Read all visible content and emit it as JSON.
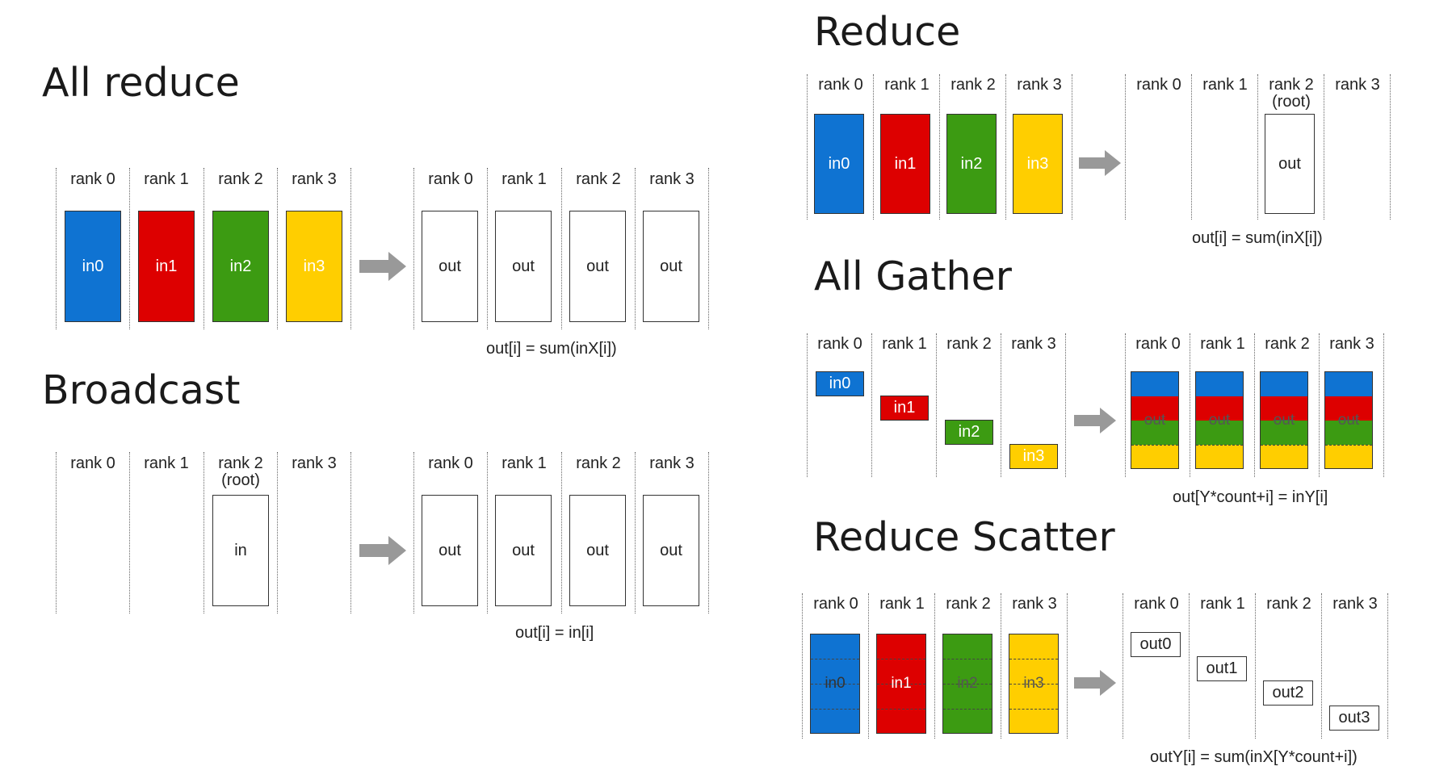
{
  "colors": {
    "blue": "#0f73d2",
    "red": "#dd0000",
    "green": "#3c9b12",
    "yellow": "#ffce00",
    "arrow": "#999999"
  },
  "arrow_icon": "right-arrow-icon",
  "all_reduce": {
    "title": "All reduce",
    "input": {
      "ranks": [
        "rank 0",
        "rank 1",
        "rank 2",
        "rank 3"
      ],
      "buffers": [
        {
          "label": "in0",
          "color": "blue"
        },
        {
          "label": "in1",
          "color": "red"
        },
        {
          "label": "in2",
          "color": "green"
        },
        {
          "label": "in3",
          "color": "yellow"
        }
      ]
    },
    "output": {
      "ranks": [
        "rank 0",
        "rank 1",
        "rank 2",
        "rank 3"
      ],
      "buffers": [
        "out",
        "out",
        "out",
        "out"
      ]
    },
    "formula": "out[i] = sum(inX[i])"
  },
  "broadcast": {
    "title": "Broadcast",
    "input": {
      "ranks": [
        "rank 0",
        "rank 1",
        "rank 2",
        "rank 3"
      ],
      "root_note": "(root)",
      "buffer": "in"
    },
    "output": {
      "ranks": [
        "rank 0",
        "rank 1",
        "rank 2",
        "rank 3"
      ],
      "buffers": [
        "out",
        "out",
        "out",
        "out"
      ]
    },
    "formula": "out[i] = in[i]"
  },
  "reduce": {
    "title": "Reduce",
    "input": {
      "ranks": [
        "rank 0",
        "rank 1",
        "rank 2",
        "rank 3"
      ],
      "buffers": [
        {
          "label": "in0",
          "color": "blue"
        },
        {
          "label": "in1",
          "color": "red"
        },
        {
          "label": "in2",
          "color": "green"
        },
        {
          "label": "in3",
          "color": "yellow"
        }
      ]
    },
    "output": {
      "ranks": [
        "rank 0",
        "rank 1",
        "rank 2",
        "rank 3"
      ],
      "root_note": "(root)",
      "buffer": "out"
    },
    "formula": "out[i] = sum(inX[i])"
  },
  "all_gather": {
    "title": "All Gather",
    "input": {
      "ranks": [
        "rank 0",
        "rank 1",
        "rank 2",
        "rank 3"
      ],
      "buffers": [
        {
          "label": "in0",
          "color": "blue"
        },
        {
          "label": "in1",
          "color": "red"
        },
        {
          "label": "in2",
          "color": "green"
        },
        {
          "label": "in3",
          "color": "yellow"
        }
      ]
    },
    "output": {
      "ranks": [
        "rank 0",
        "rank 1",
        "rank 2",
        "rank 3"
      ],
      "buffers": [
        "out",
        "out",
        "out",
        "out"
      ]
    },
    "formula": "out[Y*count+i] = inY[i]"
  },
  "reduce_scatter": {
    "title": "Reduce Scatter",
    "input": {
      "ranks": [
        "rank 0",
        "rank 1",
        "rank 2",
        "rank 3"
      ],
      "buffers": [
        {
          "label": "in0",
          "color": "blue"
        },
        {
          "label": "in1",
          "color": "red"
        },
        {
          "label": "in2",
          "color": "green"
        },
        {
          "label": "in3",
          "color": "yellow"
        }
      ]
    },
    "output": {
      "ranks": [
        "rank 0",
        "rank 1",
        "rank 2",
        "rank 3"
      ],
      "buffers": [
        "out0",
        "out1",
        "out2",
        "out3"
      ]
    },
    "formula": "outY[i] = sum(inX[Y*count+i])"
  }
}
